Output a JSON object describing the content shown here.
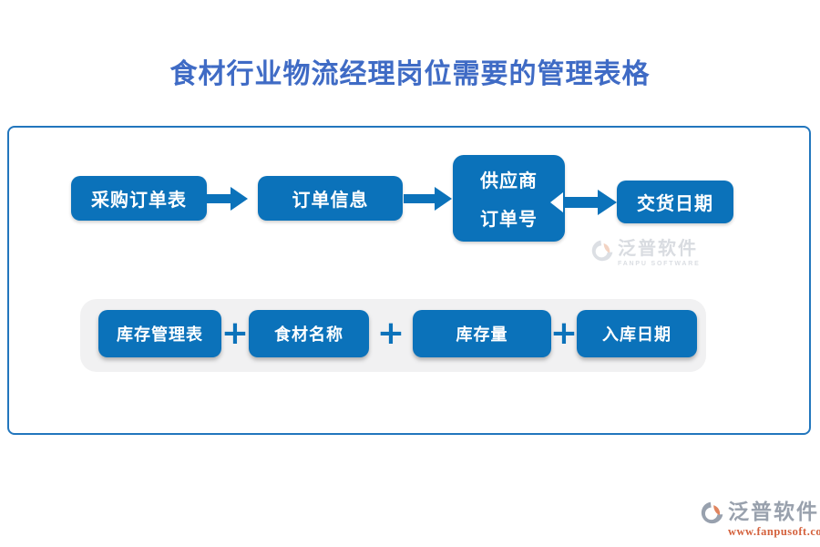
{
  "title": "食材行业物流经理岗位需要的管理表格",
  "colors": {
    "primary_blue": "#0b72ba",
    "title_blue": "#3f6bc5",
    "frame_border_blue": "#2276bd",
    "panel_gray": "#f1f1f2",
    "brand_orange": "#d4613c",
    "watermark_gray": "#99a1ad"
  },
  "flowchart": {
    "box1": "采购订单表",
    "box2": "订单信息",
    "box3_line1": "供应商",
    "box3_line2": "订单号",
    "box4": "交货日期"
  },
  "inventory_group": {
    "box1": "库存管理表",
    "plus": "+",
    "box2": "食材名称",
    "box3": "库存量",
    "box4": "入库日期"
  },
  "watermarks": {
    "center": {
      "brand": "泛普软件",
      "subtitle": "FANPU SOFTWARE"
    },
    "corner": {
      "brand": "泛普软件",
      "url": "www.fanpusoft.com"
    }
  }
}
